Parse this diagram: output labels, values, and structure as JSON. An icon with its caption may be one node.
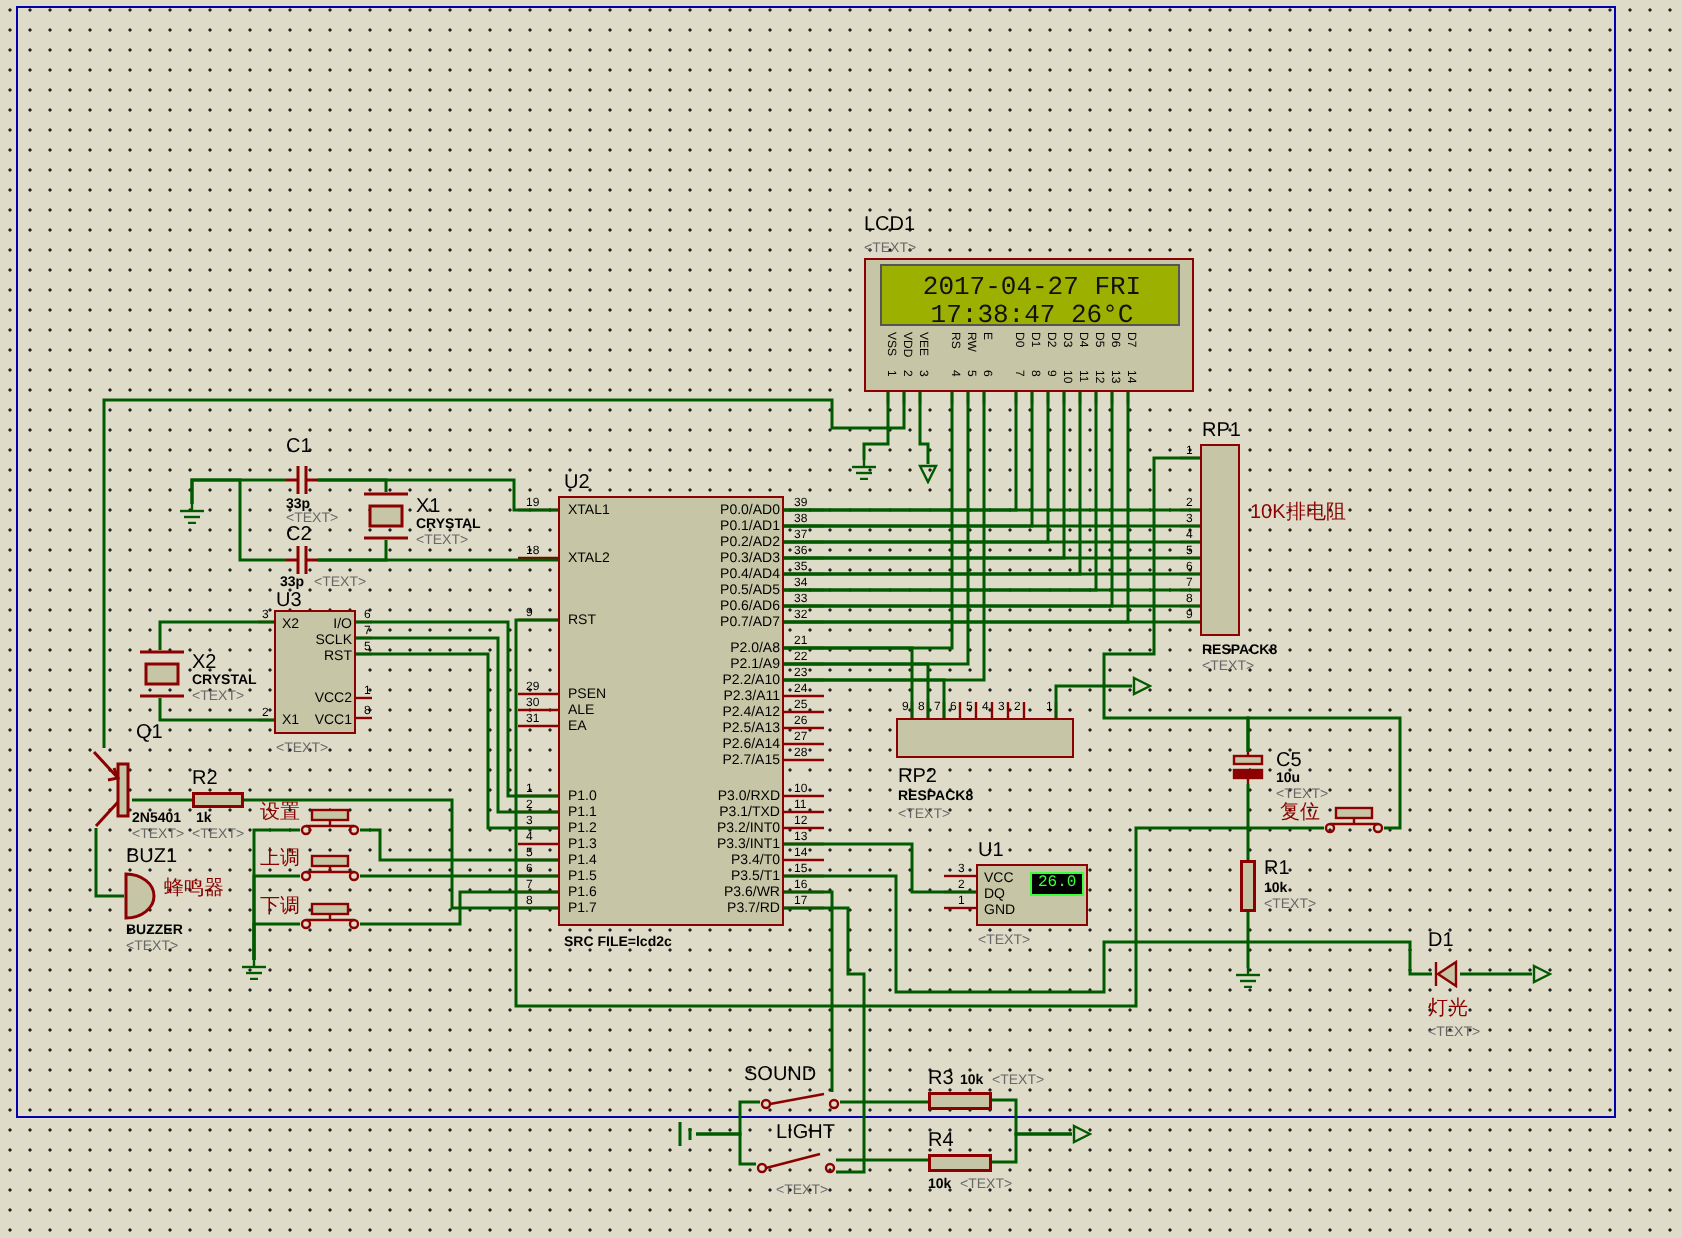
{
  "diagram": {
    "nodes": [
      {
        "text": [
          "LCD1",
          "2017-04-27 FRI",
          "17:38:47 26°C",
          "VSS",
          "VDD",
          "VEE",
          "RS",
          "RW",
          "E",
          "D0",
          "D1",
          "D2",
          "D3",
          "D4",
          "D5",
          "D6",
          "D7",
          "1",
          "2",
          "3",
          "4",
          "5",
          "6",
          "7",
          "8",
          "9",
          "10",
          "11",
          "12",
          "13",
          "14"
        ],
        "beside": [
          "<TEXT>"
        ]
      },
      {
        "text": [
          "C1",
          "33p"
        ],
        "beside": [
          "<TEXT>"
        ]
      },
      {
        "text": [
          "C2",
          "33p"
        ],
        "beside": [
          "<TEXT>"
        ]
      },
      {
        "text": [
          "X1",
          "CRYSTAL"
        ],
        "beside": [
          "<TEXT>"
        ]
      },
      {
        "text": [
          "U2",
          "XTAL1",
          "XTAL2",
          "RST",
          "PSEN",
          "ALE",
          "EA",
          "P1.0",
          "P1.1",
          "P1.2",
          "P1.3",
          "P1.4",
          "P1.5",
          "P1.6",
          "P1.7",
          "P0.0/AD0",
          "P0.1/AD1",
          "P0.2/AD2",
          "P0.3/AD3",
          "P0.4/AD4",
          "P0.5/AD5",
          "P0.6/AD6",
          "P0.7/AD7",
          "P2.0/A8",
          "P2.1/A9",
          "P2.2/A10",
          "P2.3/A11",
          "P2.4/A12",
          "P2.5/A13",
          "P2.6/A14",
          "P2.7/A15",
          "P3.0/RXD",
          "P3.1/TXD",
          "P3.2/INT0",
          "P3.3/INT1",
          "P3.4/T0",
          "P3.5/T1",
          "P3.6/WR",
          "P3.7/RD",
          "SRC FILE=lcd2c"
        ],
        "beside": [
          "19",
          "18",
          "9",
          "29",
          "30",
          "31",
          "1",
          "2",
          "3",
          "4",
          "5",
          "6",
          "7",
          "8",
          "39",
          "38",
          "37",
          "36",
          "35",
          "34",
          "33",
          "32",
          "21",
          "22",
          "23",
          "24",
          "25",
          "26",
          "27",
          "28",
          "10",
          "11",
          "12",
          "13",
          "14",
          "15",
          "16",
          "17"
        ]
      },
      {
        "text": [
          "U3",
          "X2",
          "I/O",
          "SCLK",
          "RST",
          "VCC2",
          "X1",
          "VCC1"
        ],
        "beside": [
          "3",
          "2",
          "6",
          "7",
          "5",
          "1",
          "8",
          "<TEXT>"
        ]
      },
      {
        "text": [
          "X2",
          "CRYSTAL",
          "<TEXT>"
        ]
      },
      {
        "text": [
          "Q1",
          "2N5401"
        ],
        "beside": [
          "<TEXT>"
        ]
      },
      {
        "text": [
          "R2",
          "1k"
        ],
        "beside": [
          "<TEXT>"
        ]
      },
      {
        "text": [
          "BUZ1",
          "BUZZER"
        ],
        "beside": [
          "蜂鸣器",
          "<TEXT>"
        ]
      },
      {
        "text": [
          "设置"
        ]
      },
      {
        "text": [
          "上调"
        ]
      },
      {
        "text": [
          "下调"
        ]
      },
      {
        "text": [
          "RP1",
          "RESPACK8"
        ],
        "beside": [
          "1",
          "2",
          "3",
          "4",
          "5",
          "6",
          "7",
          "8",
          "9",
          "10K排电阻",
          "<TEXT>"
        ]
      },
      {
        "text": [
          "RP2",
          "RESPACK8"
        ],
        "beside": [
          "9",
          "8",
          "7",
          "6",
          "5",
          "4",
          "3",
          "2",
          "1",
          "<TEXT>"
        ]
      },
      {
        "text": [
          "U1",
          "VCC",
          "DQ",
          "GND",
          "26.0"
        ],
        "beside": [
          "3",
          "2",
          "1",
          "<TEXT>"
        ]
      },
      {
        "text": [
          "C5",
          "10u"
        ],
        "beside": [
          "<TEXT>"
        ]
      },
      {
        "text": [
          "复位"
        ]
      },
      {
        "text": [
          "R1",
          "10k"
        ],
        "beside": [
          "<TEXT>"
        ]
      },
      {
        "text": [
          "D1",
          "灯光"
        ],
        "beside": [
          "<TEXT>"
        ]
      },
      {
        "text": [
          "SOUND"
        ]
      },
      {
        "text": [
          "LIGHT"
        ],
        "beside": [
          "<TEXT>"
        ]
      },
      {
        "text": [
          "R3",
          "10k"
        ],
        "beside": [
          "<TEXT>"
        ]
      },
      {
        "text": [
          "R4",
          "10k",
          "<TEXT>"
        ]
      },
      {
        "text": [],
        "shape": "ground"
      },
      {
        "text": [],
        "shape": "ground"
      },
      {
        "text": [],
        "shape": "triangle"
      },
      {
        "text": [],
        "shape": "ground"
      },
      {
        "text": [],
        "shape": "triangle"
      },
      {
        "text": [],
        "shape": "ground"
      },
      {
        "text": [],
        "shape": "triangle"
      },
      {
        "text": [],
        "shape": "battery"
      },
      {
        "text": [],
        "shape": "triangle"
      }
    ],
    "edges": [
      {
        "from": 1,
        "to": 4,
        "arrow": "none"
      },
      {
        "from": 2,
        "to": 4,
        "arrow": "none"
      },
      {
        "from": 3,
        "to": 1,
        "arrow": "none"
      },
      {
        "from": 3,
        "to": 2,
        "arrow": "none"
      },
      {
        "from": 1,
        "to": 24,
        "arrow": "none"
      },
      {
        "from": 2,
        "to": 24,
        "arrow": "none"
      },
      {
        "from": 4,
        "to": 0,
        "arrow": "none"
      },
      {
        "from": 4,
        "to": 0,
        "arrow": "none"
      },
      {
        "from": 4,
        "to": 0,
        "arrow": "none"
      },
      {
        "from": 4,
        "to": 0,
        "arrow": "none"
      },
      {
        "from": 4,
        "to": 0,
        "arrow": "none"
      },
      {
        "from": 4,
        "to": 0,
        "arrow": "none"
      },
      {
        "from": 4,
        "to": 0,
        "arrow": "none"
      },
      {
        "from": 4,
        "to": 0,
        "arrow": "none"
      },
      {
        "from": 4,
        "to": 13,
        "arrow": "none"
      },
      {
        "from": 4,
        "to": 13,
        "arrow": "none"
      },
      {
        "from": 4,
        "to": 13,
        "arrow": "none"
      },
      {
        "from": 4,
        "to": 13,
        "arrow": "none"
      },
      {
        "from": 4,
        "to": 13,
        "arrow": "none"
      },
      {
        "from": 4,
        "to": 13,
        "arrow": "none"
      },
      {
        "from": 4,
        "to": 13,
        "arrow": "none"
      },
      {
        "from": 4,
        "to": 13,
        "arrow": "none"
      },
      {
        "from": 4,
        "to": 0,
        "arrow": "none"
      },
      {
        "from": 4,
        "to": 0,
        "arrow": "none"
      },
      {
        "from": 4,
        "to": 0,
        "arrow": "none"
      },
      {
        "from": 0,
        "to": 25,
        "arrow": "none"
      },
      {
        "from": 0,
        "to": 26,
        "arrow": "none"
      },
      {
        "from": 0,
        "to": 7,
        "arrow": "none"
      },
      {
        "from": 13,
        "to": 16,
        "arrow": "none"
      },
      {
        "from": 14,
        "to": 28,
        "arrow": "none"
      },
      {
        "from": 14,
        "to": 4,
        "arrow": "none"
      },
      {
        "from": 14,
        "to": 4,
        "arrow": "none"
      },
      {
        "from": 14,
        "to": 4,
        "arrow": "none"
      },
      {
        "from": 6,
        "to": 5,
        "arrow": "none"
      },
      {
        "from": 6,
        "to": 5,
        "arrow": "none"
      },
      {
        "from": 5,
        "to": 4,
        "arrow": "none"
      },
      {
        "from": 5,
        "to": 4,
        "arrow": "none"
      },
      {
        "from": 5,
        "to": 4,
        "arrow": "none"
      },
      {
        "from": 7,
        "to": 8,
        "arrow": "none"
      },
      {
        "from": 8,
        "to": 4,
        "arrow": "none"
      },
      {
        "from": 7,
        "to": 9,
        "arrow": "none"
      },
      {
        "from": 10,
        "to": 4,
        "arrow": "none"
      },
      {
        "from": 11,
        "to": 4,
        "arrow": "none"
      },
      {
        "from": 12,
        "to": 4,
        "arrow": "none"
      },
      {
        "from": 10,
        "to": 27,
        "arrow": "none"
      },
      {
        "from": 11,
        "to": 27,
        "arrow": "none"
      },
      {
        "from": 12,
        "to": 27,
        "arrow": "none"
      },
      {
        "from": 4,
        "to": 17,
        "arrow": "none"
      },
      {
        "from": 17,
        "to": 16,
        "arrow": "none"
      },
      {
        "from": 16,
        "to": 18,
        "arrow": "none"
      },
      {
        "from": 18,
        "to": 29,
        "arrow": "none"
      },
      {
        "from": 4,
        "to": 15,
        "arrow": "none"
      },
      {
        "from": 4,
        "to": 19,
        "arrow": "none"
      },
      {
        "from": 19,
        "to": 30,
        "arrow": "none"
      },
      {
        "from": 4,
        "to": 20,
        "arrow": "none"
      },
      {
        "from": 4,
        "to": 21,
        "arrow": "none"
      },
      {
        "from": 31,
        "to": 20,
        "arrow": "none"
      },
      {
        "from": 31,
        "to": 21,
        "arrow": "none"
      },
      {
        "from": 20,
        "to": 22,
        "arrow": "none"
      },
      {
        "from": 21,
        "to": 23,
        "arrow": "none"
      },
      {
        "from": 22,
        "to": 32,
        "arrow": "none"
      },
      {
        "from": 23,
        "to": 32,
        "arrow": "none"
      }
    ]
  }
}
